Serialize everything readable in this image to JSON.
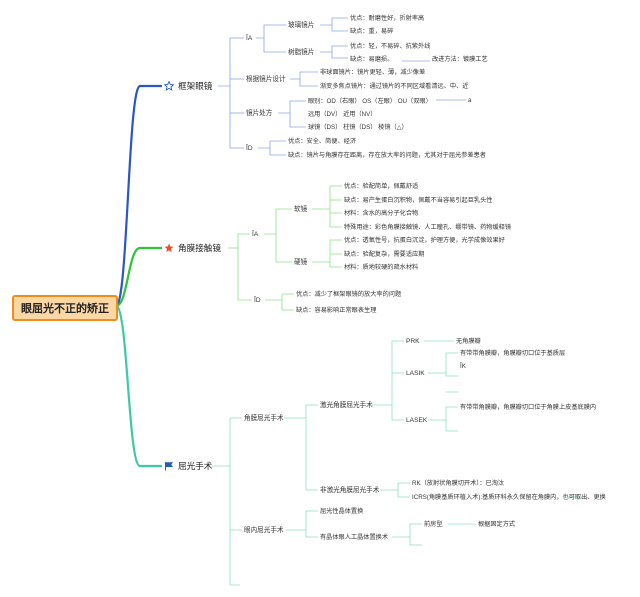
{
  "root": "眼屈光不正的矫正",
  "frame": {
    "label": "框架眼镜",
    "types": "ÎA",
    "glass": "玻璃镜片",
    "glass_pro": "优点：耐磨性好，折射率高",
    "glass_con": "缺点：重，易碎",
    "resin": "树脂镜片",
    "resin_pro": "优点：轻，不易碎、抗紫外线",
    "resin_con": "缺点：易磨损。",
    "resin_fix": "改进方法：镀膜工艺",
    "design": "根据镜片设计",
    "design_a": "非球面镜片：镜片更轻、薄，减少像差",
    "design_b": "渐变多焦点镜片：通过镜片的不同区域看清远、中、近",
    "rx": "镜片处方",
    "rx_a": "眼别：OD（右眼） OS（左眼） OU（双眼）",
    "rx_a_tail": "a",
    "rx_b": "远用（DV） 近用（NV）",
    "rx_c": "球镜（DS） 柱镜（DS） 棱镜（△）",
    "id": "ÎD",
    "id_pro": "优点：安全、简便、经济",
    "id_con": "缺点：镜片与角膜存在距离，存在放大率的问题，尤其对于屈光参差患者"
  },
  "contact": {
    "label": "角膜接触镜",
    "types": "ÎA",
    "soft": "软镜",
    "soft_1": "优点：验配简单，佩戴舒适",
    "soft_2": "缺点：易产生蛋白沉积物，佩戴不当容易引起巨乳头性",
    "soft_3": "材料：含水的高分子化合物",
    "soft_4": "特殊用途：彩色角膜接触镜、人工瞳孔、绷带镜、药物缓释镜",
    "hard": "硬镜",
    "hard_1": "优点：透氧性号，抗蛋白沉淀，护理方便，光学成像效果好",
    "hard_2": "缺点：验配复杂，需要适应期",
    "hard_3": "材料：质地较硬的疏水材料",
    "id": "ÎD",
    "id_pro": "优点：减少了框架眼镜的放大率的问题",
    "id_con": "缺点：容易影响正常眼表生理"
  },
  "surgery": {
    "label": "屈光手术",
    "corneal": "角膜屈光手术",
    "laser": "激光角膜屈光手术",
    "prk": "PRK",
    "prk_1": "无角膜瓣",
    "lasik": "LASIK",
    "lasik_1": "有带带角膜瓣，角膜瓣切口位于基质层",
    "lasik_2": "ÎK",
    "lasek": "LASEK",
    "lasek_1": "有带带角膜瓣，角膜瓣切口位于角膜上皮基底膜内",
    "nonlaser": "非激光角膜屈光手术",
    "rk": "RK（放射状角膜切开术）：已淘汰",
    "icrs": "ICRS(角膜基质环植入术):基质环科永久保留在角膜内，也可取出、更换",
    "intra": "眼内屈光手术",
    "clear": "屈光性晶体置换",
    "phakic": "有晶体眼人工晶体置换术",
    "angle": "前房型",
    "angle_1": "根据固定方式"
  },
  "colors": {
    "frame": "#2a56c6",
    "contact": "#2fc33b",
    "surgery": "#3ec9a4",
    "root_bg": "#fbd7a6",
    "root_border": "#f08c18"
  },
  "icons": {
    "frame": "star-outline-icon",
    "contact": "star-filled-icon",
    "surgery": "flag-icon"
  }
}
